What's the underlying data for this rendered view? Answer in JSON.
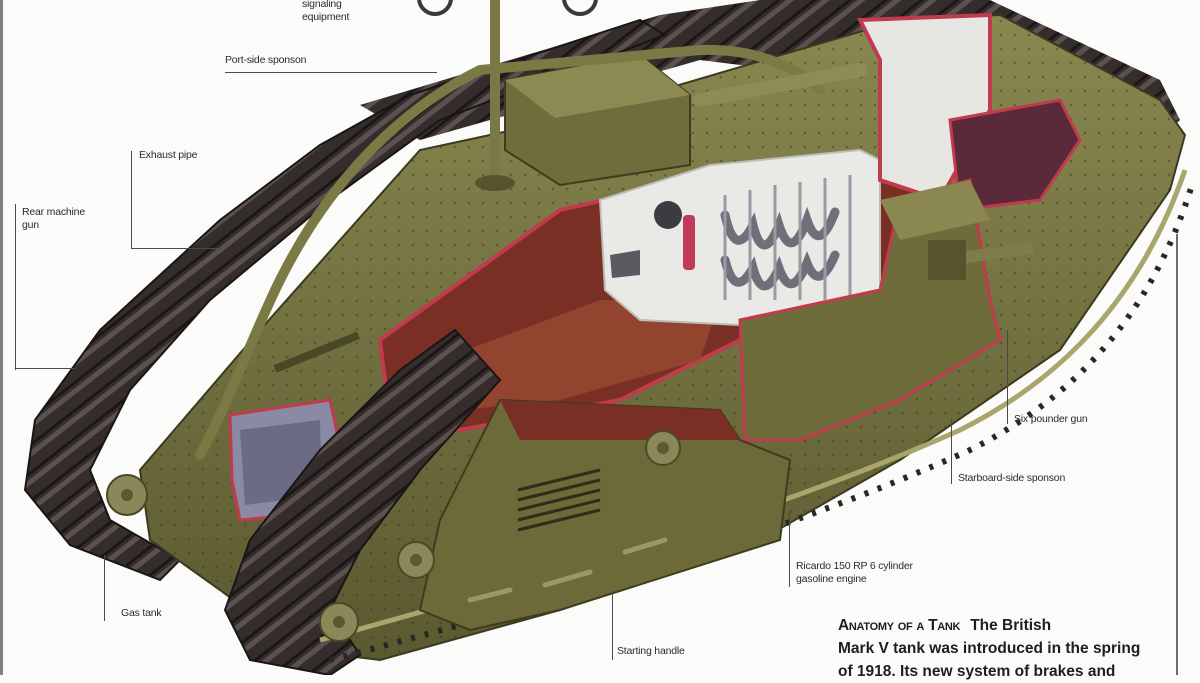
{
  "diagram": {
    "subject": "British Mark V tank cutaway",
    "colors": {
      "hull": "#6b6a38",
      "hull_light": "#8c8a52",
      "hull_dark": "#4a4926",
      "track": "#3a3332",
      "track_dark": "#221d1d",
      "cut_edge": "#c23a4e",
      "interior_red": "#7a2f25",
      "engine_white": "#e9e9e6",
      "engine_pipe": "#6f6f7a",
      "background": "#fbfbfa"
    },
    "labels": [
      {
        "id": "signaling",
        "text_lines": [
          "signaling",
          "equipment"
        ]
      },
      {
        "id": "port-sponson",
        "text_lines": [
          "Port-side sponson"
        ]
      },
      {
        "id": "exhaust",
        "text_lines": [
          "Exhaust pipe"
        ]
      },
      {
        "id": "rear-mg",
        "text_lines": [
          "Rear machine",
          "gun"
        ]
      },
      {
        "id": "six-pounder",
        "text_lines": [
          "Six pounder gun"
        ]
      },
      {
        "id": "starboard-sponson",
        "text_lines": [
          "Starboard-side sponson"
        ]
      },
      {
        "id": "engine",
        "text_lines": [
          "Ricardo 150 RP 6 cylinder",
          "gasoline engine"
        ]
      },
      {
        "id": "gas-tank",
        "text_lines": [
          "Gas tank"
        ]
      },
      {
        "id": "starting-handle",
        "text_lines": [
          "Starting handle"
        ]
      }
    ],
    "caption": {
      "heading": "Anatomy of a Tank",
      "lines": [
        "The British",
        "Mark V tank was introduced in the spring",
        "of 1918. Its new system of brakes and"
      ]
    }
  }
}
